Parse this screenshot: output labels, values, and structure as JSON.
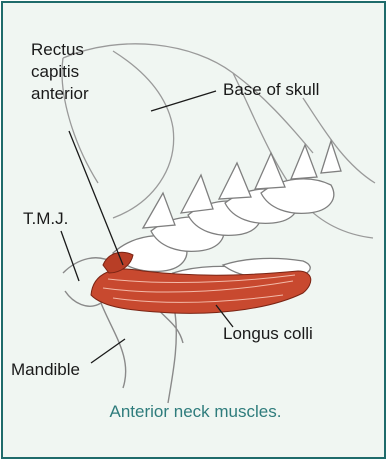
{
  "labels": {
    "rectus": "Rectus\ncapitis\nanterior",
    "skull": "Base of skull",
    "tmj": "T.M.J.",
    "longus": "Longus colli",
    "mandible": "Mandible"
  },
  "caption": "Anterior neck muscles.",
  "colors": {
    "frame": "#1f6b6b",
    "background": "#f0f6f2",
    "muscle": "#c8492f",
    "caption": "#2e7c7c"
  }
}
